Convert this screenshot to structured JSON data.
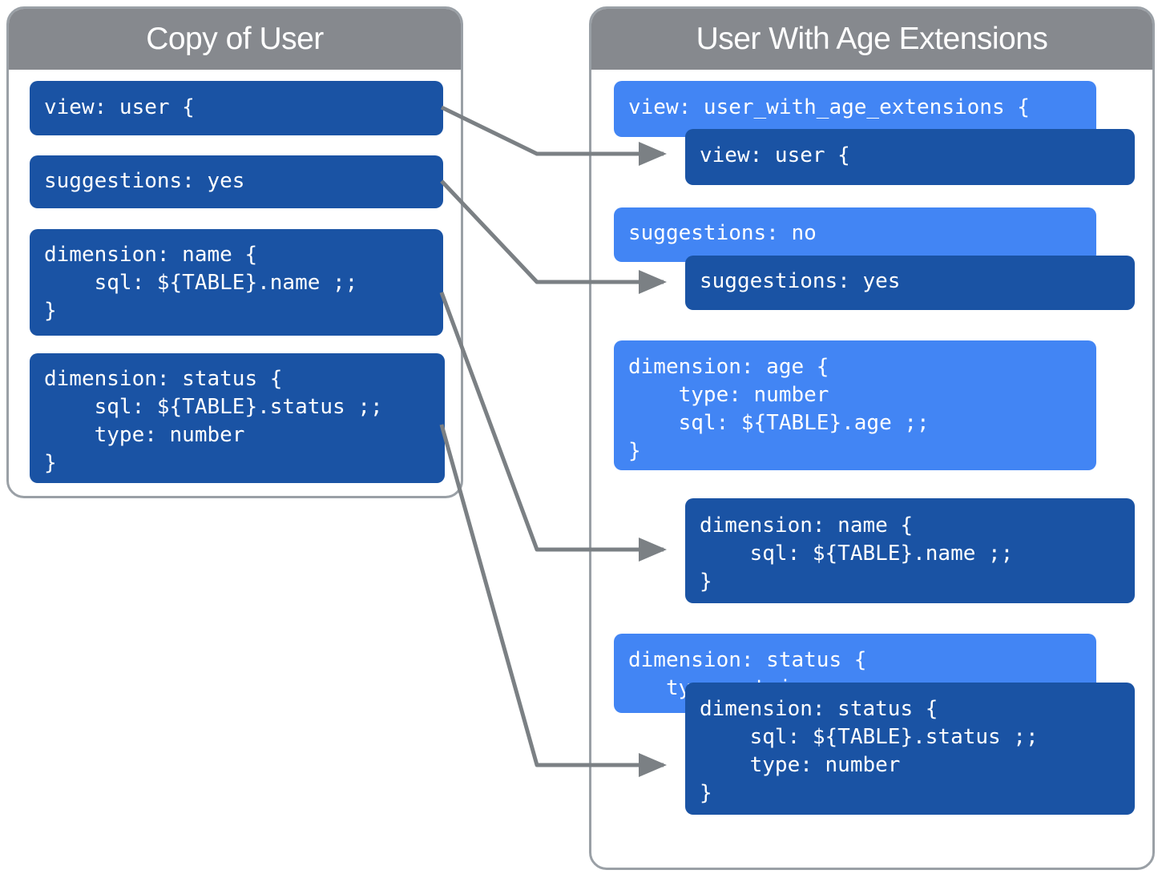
{
  "left_panel": {
    "title": "Copy of User",
    "blocks": [
      {
        "id": "view",
        "text": "view: user {"
      },
      {
        "id": "suggestions",
        "text": "suggestions: yes"
      },
      {
        "id": "dim-name",
        "text": "dimension: name {\n    sql: ${TABLE}.name ;;\n}"
      },
      {
        "id": "dim-status",
        "text": "dimension: status {\n    sql: ${TABLE}.status ;;\n    type: number\n}"
      }
    ]
  },
  "right_panel": {
    "title": "User With Age Extensions",
    "blocks": [
      {
        "id": "view-ext",
        "text": "view: user_with_age_extensions {"
      },
      {
        "id": "view-user",
        "text": "view: user {"
      },
      {
        "id": "sugg-no",
        "text": "suggestions: no"
      },
      {
        "id": "sugg-yes",
        "text": "suggestions: yes"
      },
      {
        "id": "dim-age",
        "text": "dimension: age {\n    type: number\n    sql: ${TABLE}.age ;;\n}"
      },
      {
        "id": "dim-name",
        "text": "dimension: name {\n    sql: ${TABLE}.name ;;\n}"
      },
      {
        "id": "dim-status",
        "text": "dimension: status {\n   type: string"
      },
      {
        "id": "dim-status2",
        "text": "dimension: status {\n    sql: ${TABLE}.status ;;\n    type: number\n}"
      }
    ]
  },
  "colors": {
    "header_gray": "#86898e",
    "panel_border": "#9aa0a6",
    "code_dark_blue": "#1a53a4",
    "code_light_blue": "#4285f4",
    "connector_gray": "#7b8084",
    "background": "#ffffff",
    "text_white": "#ffffff"
  },
  "connectors": [
    {
      "from": "left.view",
      "to": "right.view-user"
    },
    {
      "from": "left.suggestions",
      "to": "right.sugg-yes"
    },
    {
      "from": "left.dim-name",
      "to": "right.dim-name"
    },
    {
      "from": "left.dim-status",
      "to": "right.dim-status2"
    }
  ]
}
